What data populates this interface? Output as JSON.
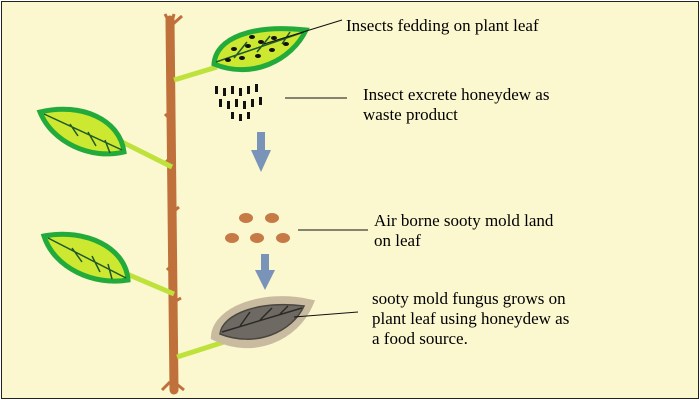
{
  "labels": {
    "insects": {
      "lines": [
        "Insects fedding on plant leaf"
      ]
    },
    "honeydew": {
      "lines": [
        "Insect excrete honeydew as",
        "waste product"
      ]
    },
    "spores": {
      "lines": [
        "Air borne sooty mold land",
        "on leaf"
      ]
    },
    "fungus": {
      "lines": [
        "sooty mold fungus grows on",
        "plant leaf using honeydew as",
        "a food source."
      ]
    }
  },
  "colors": {
    "background": "#fbf7cf",
    "stem": "#c0703a",
    "leaf_fill": "#cde831",
    "leaf_outline": "#22aa3a",
    "petiole": "#bfe13b",
    "arrow": "#7a93b8",
    "spore": "#c67a45",
    "infected_leaf": "#6e6a63",
    "infected_halo": "#c9bba0"
  }
}
